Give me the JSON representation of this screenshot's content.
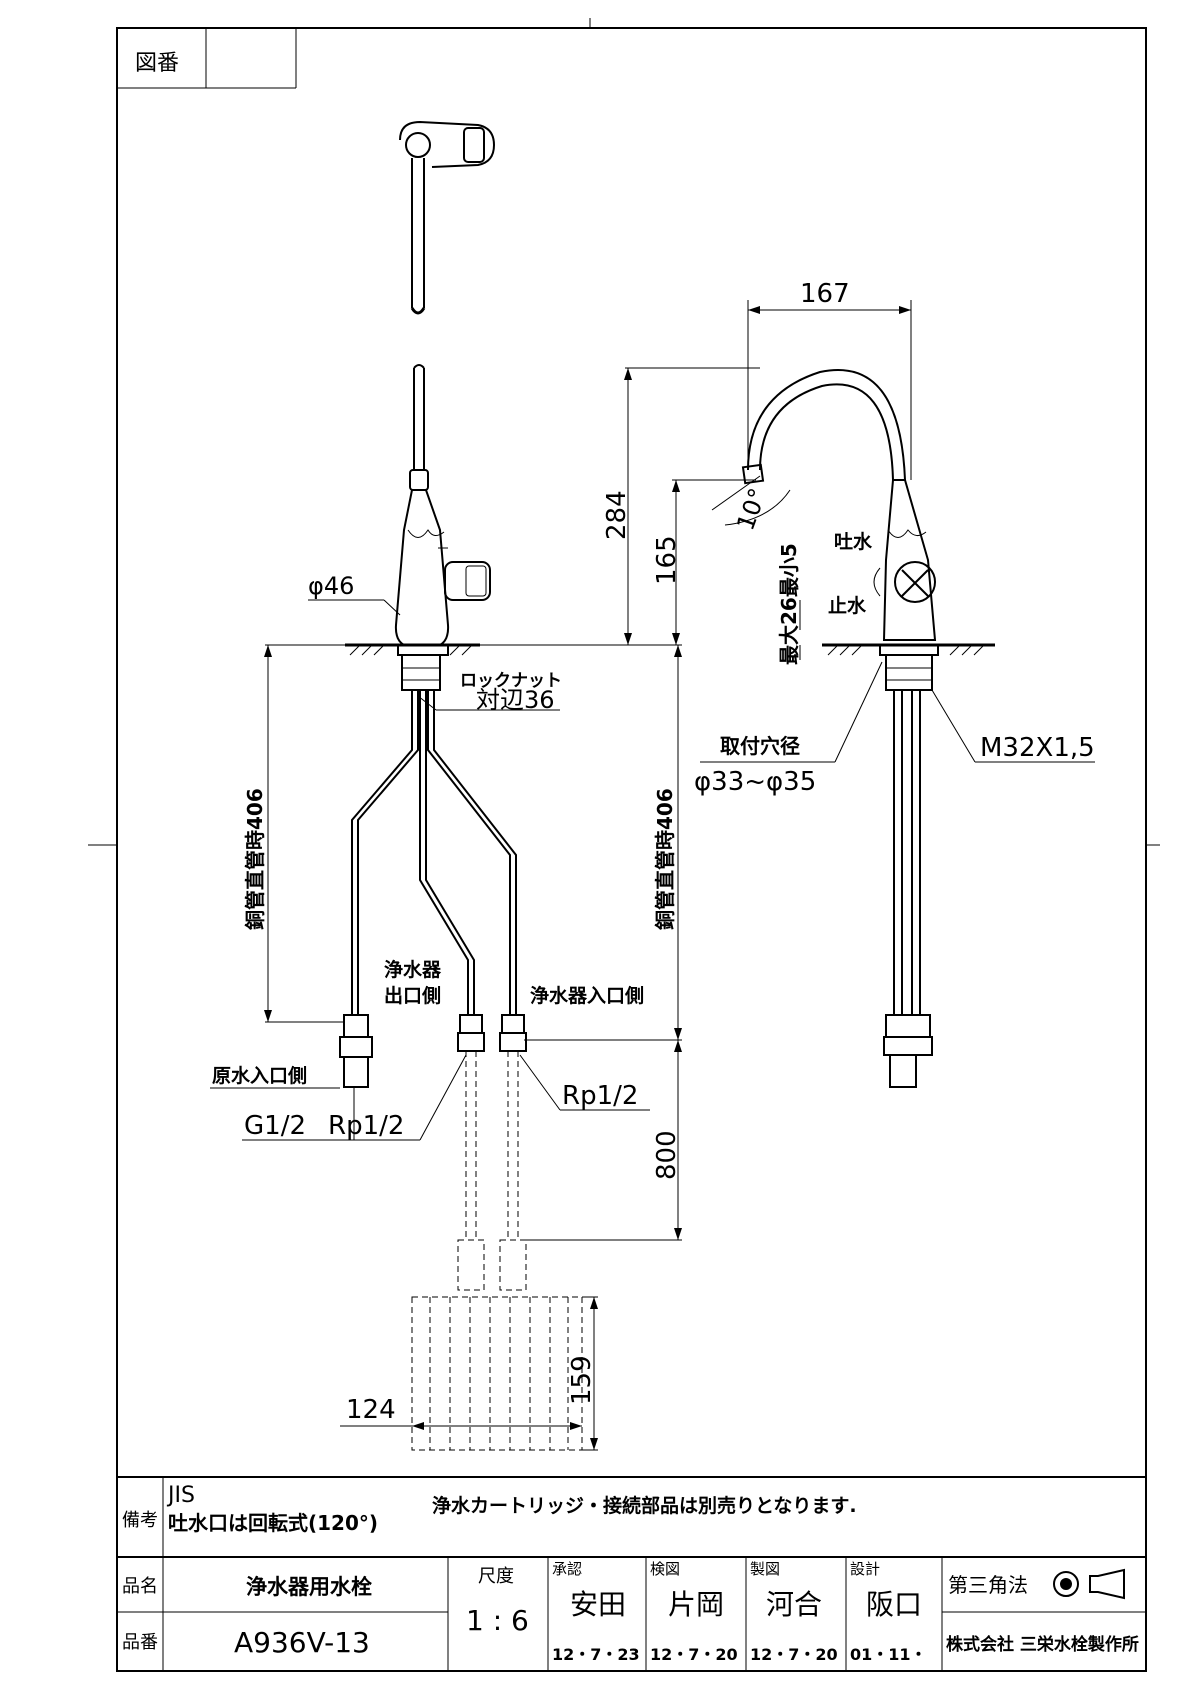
{
  "header": {
    "zuban_label": "図番",
    "zuban_value": ""
  },
  "dimensions": {
    "top_width": "167",
    "height_284": "284",
    "height_165": "165",
    "angle": "10°",
    "dia_46": "φ46",
    "lock_nut_1": "ロックナット",
    "lock_nut_2": "対辺36",
    "max_thickness": "最大26最小5",
    "mount_hole_label": "取付穴径",
    "mount_hole_value": "φ33~φ35",
    "thread": "M32X1,5",
    "copper_left": "銅管直管時406",
    "copper_right": "銅管直管時406",
    "hose_800": "800",
    "cart_159": "159",
    "cart_124": "124",
    "g12": "G1/2",
    "rp12_left": "Rp1/2",
    "rp12_right": "Rp1/2"
  },
  "labels": {
    "spout": "吐水",
    "stop": "止水",
    "purifier_out_1": "浄水器",
    "purifier_out_2": "出口側",
    "purifier_in": "浄水器入口側",
    "raw_water_in": "原水入口側"
  },
  "notes": {
    "label": "備考",
    "line1": "JIS",
    "line2": "吐水口は回転式(120°)",
    "remark": "浄水カートリッジ・接続部品は別売りとなります."
  },
  "titleblock": {
    "name_label": "品名",
    "name_value": "浄水器用水栓",
    "number_label": "品番",
    "number_value": "A936V-13",
    "scale_label": "尺度",
    "scale_value": "1 : 6",
    "approve_label": "承認",
    "approve_name": "安田",
    "approve_date": "12・7・23",
    "check_label": "検図",
    "check_name": "片岡",
    "check_date": "12・7・20",
    "draw_label": "製図",
    "draw_name": "河合",
    "draw_date": "12・7・20",
    "design_label": "設計",
    "design_name": "阪口",
    "design_date": "01・11・",
    "projection": "第三角法",
    "company": "株式会社 三栄水栓製作所"
  }
}
